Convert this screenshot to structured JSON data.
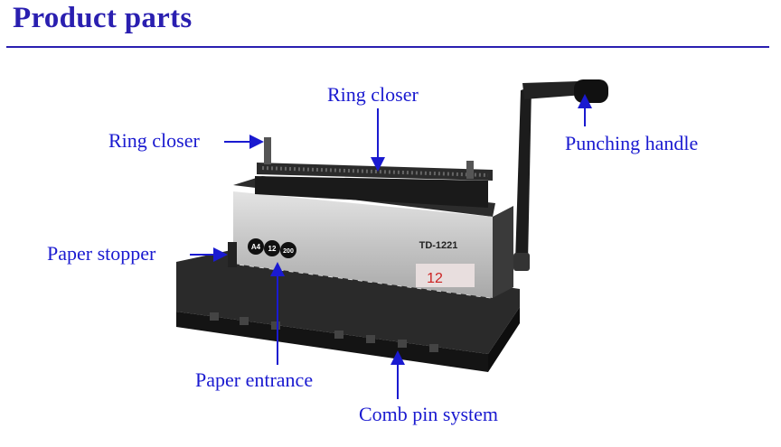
{
  "title": "Product parts",
  "labels": {
    "ring_closer_top": "Ring closer",
    "ring_closer_left": "Ring closer",
    "punching_handle": "Punching handle",
    "paper_stopper": "Paper stopper",
    "paper_entrance": "Paper entrance",
    "comb_pin_system": "Comb pin system"
  },
  "machine": {
    "model": "TD-1221",
    "badges": [
      "A4",
      "12",
      "200"
    ],
    "sticker_number": "12"
  },
  "colors": {
    "title": "#2a1fb0",
    "label": "#1a1ad0",
    "arrow": "#1a1ad0"
  }
}
